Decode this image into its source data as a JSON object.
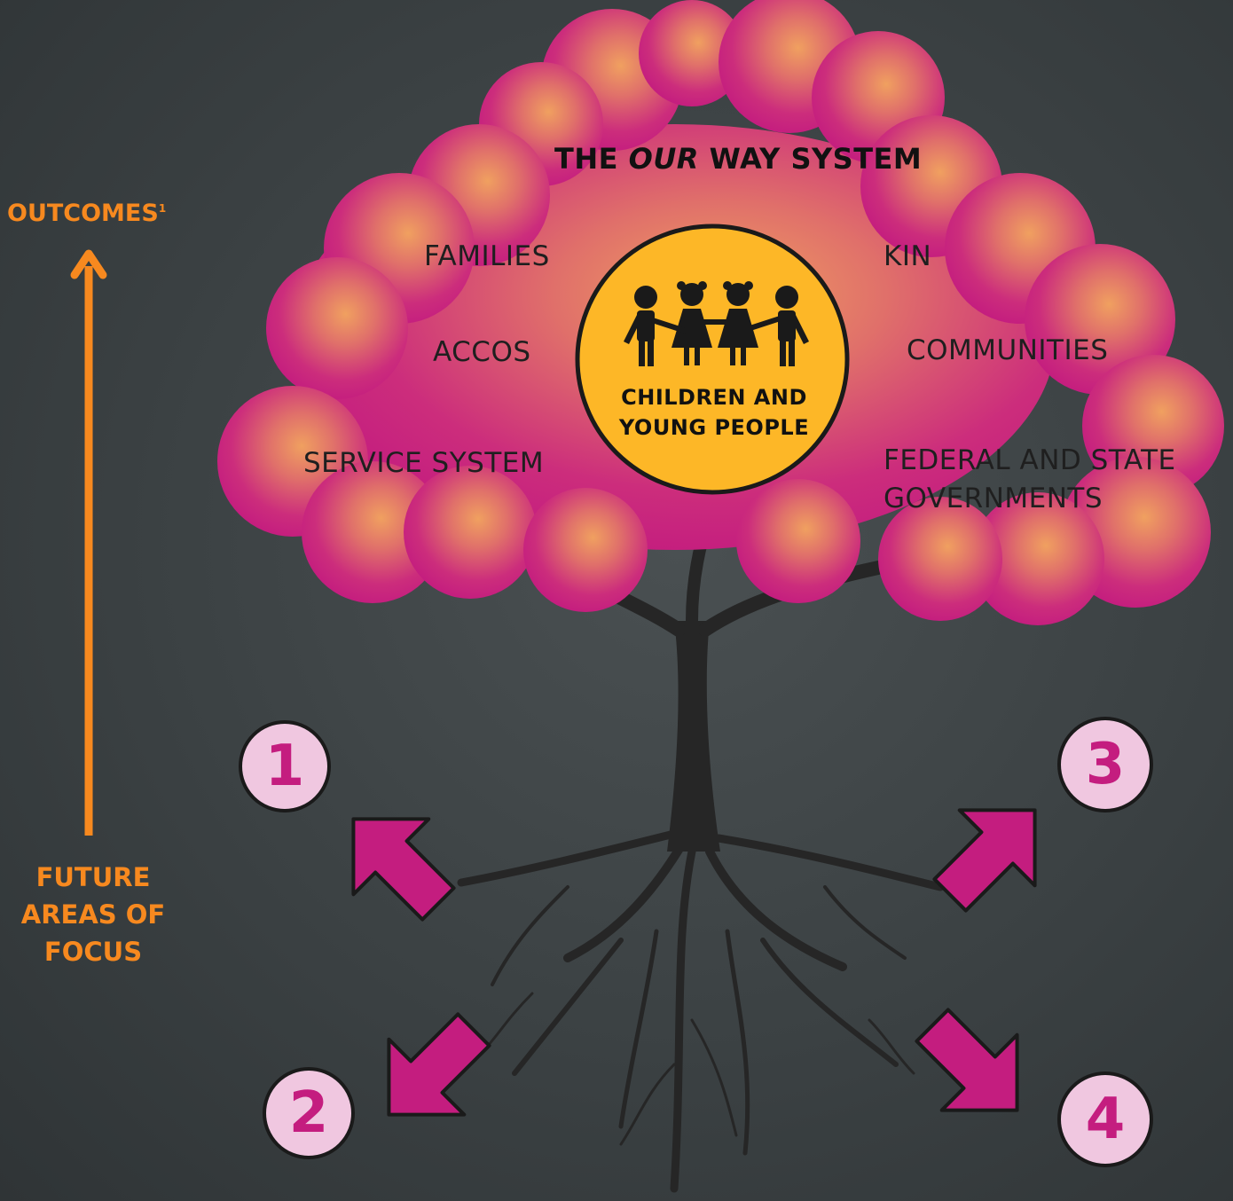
{
  "title": {
    "prefix": "THE ",
    "emph": "OUR",
    "suffix": " WAY SYSTEM"
  },
  "center": {
    "line1": "CHILDREN AND",
    "line2": "YOUNG PEOPLE",
    "icon": "children-holding-hands-icon"
  },
  "labels": {
    "families": "FAMILIES",
    "kin": "KIN",
    "accos": "ACCOS",
    "communities": "COMMUNITIES",
    "service_system": "SERVICE SYSTEM",
    "federal": "FEDERAL AND STATE",
    "governments": "GOVERNMENTS"
  },
  "axis": {
    "top_label": "OUTCOMES",
    "top_footnote": "1",
    "bottom_line1": "FUTURE",
    "bottom_line2": "AREAS OF",
    "bottom_line3": "FOCUS"
  },
  "focus_areas": [
    "1",
    "2",
    "3",
    "4"
  ],
  "colors": {
    "canopy_outer": "#c41d7f",
    "canopy_inner": "#e8885a",
    "center_circle": "#fdb727",
    "arrow": "#c41d7f",
    "badge": "#f0c7e0",
    "axis": "#f7891f",
    "tree": "#262626",
    "background": "#3b4143"
  }
}
